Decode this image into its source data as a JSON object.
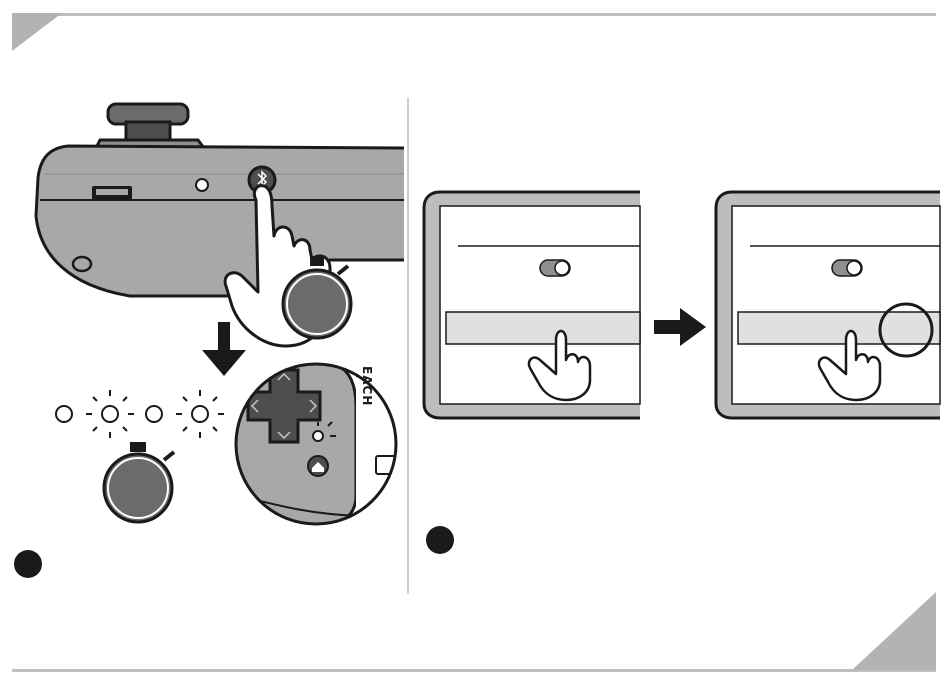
{
  "page": {
    "colors": {
      "accent_gray": "#b3b3b3",
      "device_gray": "#a8a8a8",
      "ink": "#1a1a1a",
      "timer_fill": "#6b6b6b"
    },
    "controller_edge_text": "EACH"
  },
  "steps": [
    {
      "marker": "step-1-marker",
      "panel": "left",
      "icons": [
        "thumbstick-icon",
        "bluetooth-icon",
        "finger-press-icon",
        "stopwatch-icon",
        "arrow-down-icon",
        "led-blink-sequence-icon",
        "home-button-icon",
        "dpad-icon"
      ]
    },
    {
      "marker": "step-2-marker",
      "panel": "right",
      "icons": [
        "tablet-screen-icon",
        "toggle-icon",
        "finger-tap-icon",
        "arrow-right-icon",
        "highlight-circle-icon"
      ]
    }
  ]
}
